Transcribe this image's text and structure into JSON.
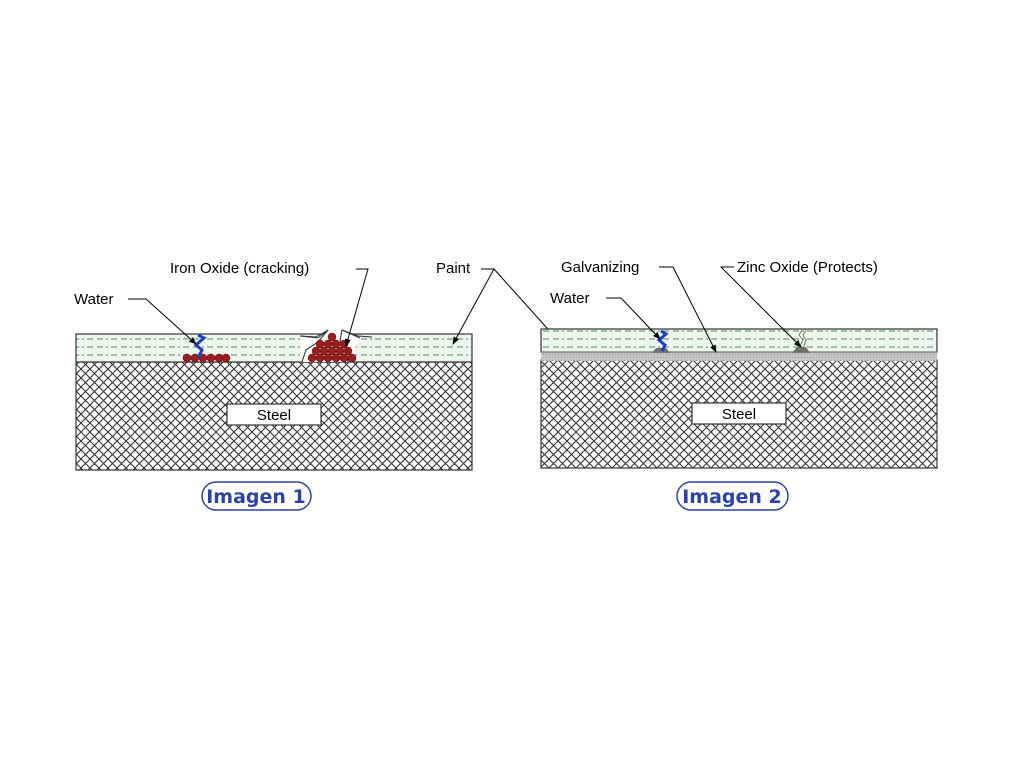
{
  "colors": {
    "paint_fill": "#eef4ee",
    "paint_dash": "#4a8a6a",
    "rust": "#9a1e1e",
    "water": "#1a3fc4",
    "zinc_layer": "#bfbfbf",
    "zinc_oxide": "#707070",
    "caption": "#2b43a4"
  },
  "diagram1": {
    "labels": {
      "water": "Water",
      "iron_oxide": "Iron Oxide (cracking)",
      "paint": "Paint"
    },
    "steel_label": "Steel",
    "caption": "Imagen 1"
  },
  "diagram2": {
    "labels": {
      "water": "Water",
      "galvanizing": "Galvanizing",
      "zinc_oxide": "Zinc Oxide (Protects)"
    },
    "steel_label": "Steel",
    "caption": "Imagen 2"
  }
}
